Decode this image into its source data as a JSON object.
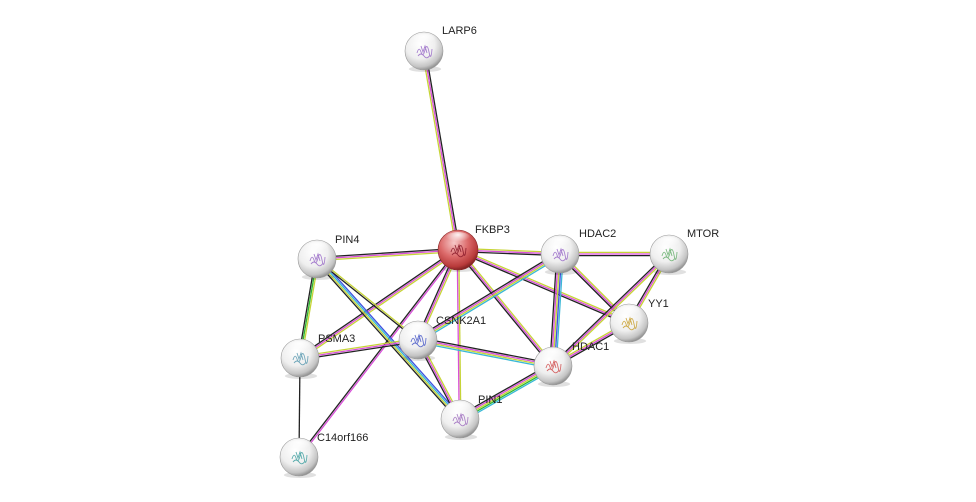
{
  "network": {
    "query_protein": "FKBP3",
    "nodes": [
      {
        "id": "LARP6",
        "label": "LARP6",
        "query": false,
        "structure_color": "#9a6cc8"
      },
      {
        "id": "FKBP3",
        "label": "FKBP3",
        "query": true,
        "structure_color": "#8a1a2a"
      },
      {
        "id": "HDAC2",
        "label": "HDAC2",
        "query": false,
        "structure_color": "#9a6cc8"
      },
      {
        "id": "MTOR",
        "label": "MTOR",
        "query": false,
        "structure_color": "#6ab070"
      },
      {
        "id": "PIN4",
        "label": "PIN4",
        "query": false,
        "structure_color": "#9a6cc8"
      },
      {
        "id": "YY1",
        "label": "YY1",
        "query": false,
        "structure_color": "#c8a030"
      },
      {
        "id": "CSNK2A1",
        "label": "CSNK2A1",
        "query": false,
        "structure_color": "#4a5ac8"
      },
      {
        "id": "PSMA3",
        "label": "PSMA3",
        "query": false,
        "structure_color": "#5a9ab0"
      },
      {
        "id": "HDAC1",
        "label": "HDAC1",
        "query": false,
        "structure_color": "#d05050"
      },
      {
        "id": "PIN1",
        "label": "PIN1",
        "query": false,
        "structure_color": "#a070c0"
      },
      {
        "id": "C14orf166",
        "label": "C14orf166",
        "query": false,
        "structure_color": "#40a0a0"
      }
    ],
    "evidence_colors": {
      "textmining": "#c6d436",
      "coexpression": "#222222",
      "experiments": "#d94fd9",
      "databases": "#39b8d6",
      "cooccurrence": "#3f51e0",
      "neighborhood": "#2eb82e"
    },
    "edges": [
      {
        "source": "FKBP3",
        "target": "LARP6",
        "evidence": [
          "textmining",
          "experiments",
          "coexpression"
        ]
      },
      {
        "source": "FKBP3",
        "target": "HDAC2",
        "evidence": [
          "textmining",
          "experiments",
          "coexpression"
        ]
      },
      {
        "source": "FKBP3",
        "target": "HDAC1",
        "evidence": [
          "textmining",
          "experiments",
          "coexpression"
        ]
      },
      {
        "source": "FKBP3",
        "target": "YY1",
        "evidence": [
          "textmining",
          "experiments",
          "coexpression"
        ]
      },
      {
        "source": "FKBP3",
        "target": "PIN4",
        "evidence": [
          "textmining",
          "experiments",
          "coexpression"
        ]
      },
      {
        "source": "FKBP3",
        "target": "CSNK2A1",
        "evidence": [
          "textmining",
          "experiments",
          "coexpression"
        ]
      },
      {
        "source": "FKBP3",
        "target": "PSMA3",
        "evidence": [
          "textmining",
          "experiments",
          "coexpression"
        ]
      },
      {
        "source": "FKBP3",
        "target": "PIN1",
        "evidence": [
          "textmining",
          "experiments"
        ]
      },
      {
        "source": "FKBP3",
        "target": "C14orf166",
        "evidence": [
          "experiments",
          "coexpression"
        ]
      },
      {
        "source": "HDAC2",
        "target": "MTOR",
        "evidence": [
          "textmining",
          "experiments",
          "coexpression"
        ]
      },
      {
        "source": "HDAC2",
        "target": "HDAC1",
        "evidence": [
          "databases",
          "cooccurrence",
          "textmining",
          "experiments",
          "coexpression"
        ]
      },
      {
        "source": "HDAC2",
        "target": "YY1",
        "evidence": [
          "textmining",
          "experiments",
          "coexpression"
        ]
      },
      {
        "source": "HDAC2",
        "target": "CSNK2A1",
        "evidence": [
          "databases",
          "textmining",
          "experiments",
          "coexpression"
        ]
      },
      {
        "source": "MTOR",
        "target": "YY1",
        "evidence": [
          "textmining",
          "experiments",
          "coexpression"
        ]
      },
      {
        "source": "MTOR",
        "target": "HDAC1",
        "evidence": [
          "textmining",
          "experiments",
          "coexpression"
        ]
      },
      {
        "source": "HDAC1",
        "target": "YY1",
        "evidence": [
          "textmining",
          "experiments",
          "coexpression"
        ]
      },
      {
        "source": "HDAC1",
        "target": "CSNK2A1",
        "evidence": [
          "databases",
          "textmining",
          "experiments",
          "coexpression"
        ]
      },
      {
        "source": "HDAC1",
        "target": "PIN1",
        "evidence": [
          "databases",
          "neighborhood",
          "textmining",
          "experiments",
          "coexpression"
        ]
      },
      {
        "source": "PIN4",
        "target": "PSMA3",
        "evidence": [
          "textmining",
          "neighborhood",
          "coexpression"
        ]
      },
      {
        "source": "PIN4",
        "target": "PIN1",
        "evidence": [
          "cooccurrence",
          "databases",
          "textmining",
          "coexpression"
        ]
      },
      {
        "source": "PIN4",
        "target": "CSNK2A1",
        "evidence": [
          "textmining",
          "coexpression"
        ]
      },
      {
        "source": "PSMA3",
        "target": "CSNK2A1",
        "evidence": [
          "textmining",
          "experiments",
          "coexpression"
        ]
      },
      {
        "source": "PSMA3",
        "target": "C14orf166",
        "evidence": [
          "coexpression"
        ]
      },
      {
        "source": "CSNK2A1",
        "target": "PIN1",
        "evidence": [
          "textmining",
          "experiments",
          "coexpression"
        ]
      }
    ]
  }
}
